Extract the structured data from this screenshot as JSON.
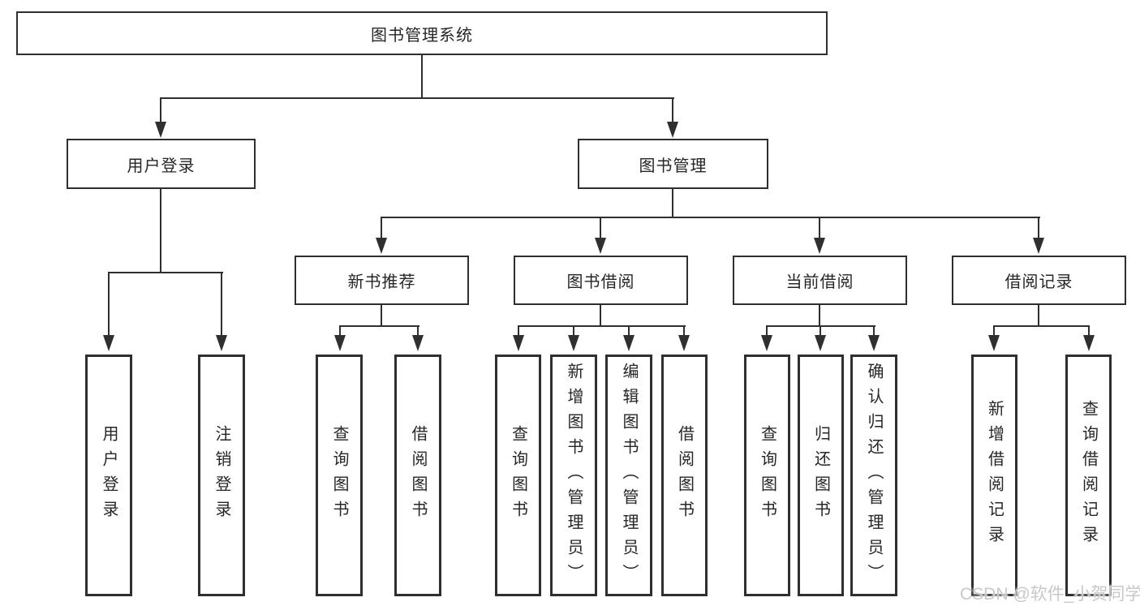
{
  "diagram": {
    "root": {
      "label": "图书管理系统"
    },
    "branches": [
      {
        "label": "用户登录",
        "children": [
          {
            "label": "用户登录"
          },
          {
            "label": "注销登录"
          }
        ]
      },
      {
        "label": "图书管理",
        "sections": [
          {
            "label": "新书推荐",
            "children": [
              {
                "label": "查询图书"
              },
              {
                "label": "借阅图书"
              }
            ]
          },
          {
            "label": "图书借阅",
            "children": [
              {
                "label": "查询图书"
              },
              {
                "label": "新增图书（管理员）"
              },
              {
                "label": "编辑图书（管理员）"
              },
              {
                "label": "借阅图书"
              }
            ]
          },
          {
            "label": "当前借阅",
            "children": [
              {
                "label": "查询图书"
              },
              {
                "label": "归还图书"
              },
              {
                "label": "确认归还（管理员）"
              }
            ]
          },
          {
            "label": "借阅记录",
            "children": [
              {
                "label": "新增借阅记录"
              },
              {
                "label": "查询借阅记录"
              }
            ]
          }
        ]
      }
    ]
  },
  "watermark": {
    "text": "CSDN @软件_小贺同学"
  },
  "colors": {
    "line": "#2f2f2f",
    "text": "#262626",
    "watermark": "#c8c8c8",
    "background": "#ffffff"
  }
}
